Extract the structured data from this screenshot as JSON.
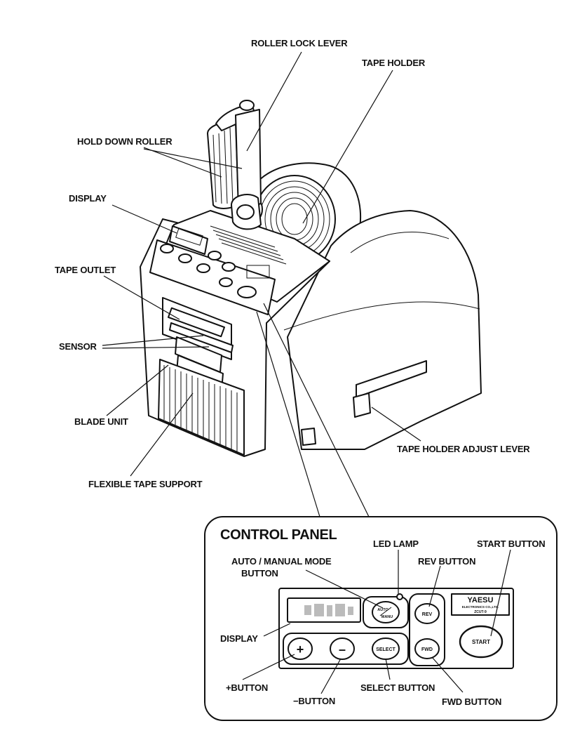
{
  "labels": {
    "roller_lock_lever": "ROLLER LOCK LEVER",
    "tape_holder": "TAPE HOLDER",
    "hold_down_roller": "HOLD DOWN ROLLER",
    "display": "DISPLAY",
    "tape_outlet": "TAPE OUTLET",
    "sensor": "SENSOR",
    "blade_unit": "BLADE UNIT",
    "tape_holder_adjust_lever": "TAPE HOLDER ADJUST LEVER",
    "flexible_tape_support": "FLEXIBLE TAPE SUPPORT"
  },
  "control_panel": {
    "title": "CONTROL PANEL",
    "led_lamp": "LED LAMP",
    "start_button": "START BUTTON",
    "auto_manual_line1": "AUTO / MANUAL MODE",
    "auto_manual_line2": "BUTTON",
    "rev_button": "REV BUTTON",
    "display": "DISPLAY",
    "plus_button": "+BUTTON",
    "minus_button": "−BUTTON",
    "select_button": "SELECT BUTTON",
    "fwd_button": "FWD BUTTON",
    "keys": {
      "plus": "+",
      "minus": "–",
      "select": "SELECT",
      "auto": "AUTO",
      "manu": "MANU",
      "rev": "REV",
      "fwd": "FWD",
      "start": "START"
    },
    "brand": "YAESU",
    "brand_sub": "ELECTRONICS CO.,LTD.",
    "model": "ZCUT-9"
  }
}
